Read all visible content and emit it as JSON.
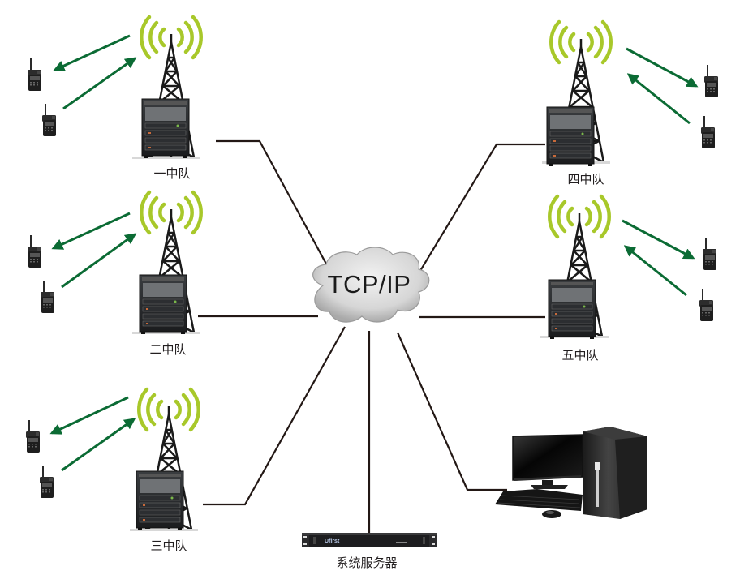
{
  "diagram": {
    "network": {
      "label": "TCP/IP",
      "icon": "cloud-icon"
    },
    "stations": [
      {
        "id": "station-1",
        "label": "一中队",
        "side": "left",
        "icons": [
          "signal-waves-icon",
          "radio-tower-icon",
          "server-rack-icon",
          "walkie-talkie-icon",
          "walkie-talkie-icon"
        ]
      },
      {
        "id": "station-2",
        "label": "二中队",
        "side": "left",
        "icons": [
          "signal-waves-icon",
          "radio-tower-icon",
          "server-rack-icon",
          "walkie-talkie-icon",
          "walkie-talkie-icon"
        ]
      },
      {
        "id": "station-3",
        "label": "三中队",
        "side": "left",
        "icons": [
          "signal-waves-icon",
          "radio-tower-icon",
          "server-rack-icon",
          "walkie-talkie-icon",
          "walkie-talkie-icon"
        ]
      },
      {
        "id": "station-4",
        "label": "四中队",
        "side": "right",
        "icons": [
          "signal-waves-icon",
          "radio-tower-icon",
          "server-rack-icon",
          "walkie-talkie-icon",
          "walkie-talkie-icon"
        ]
      },
      {
        "id": "station-5",
        "label": "五中队",
        "side": "right",
        "icons": [
          "signal-waves-icon",
          "radio-tower-icon",
          "server-rack-icon",
          "walkie-talkie-icon",
          "walkie-talkie-icon"
        ]
      }
    ],
    "server": {
      "label": "系统服务器",
      "brand_text": "Ufirst",
      "icon": "rack-server-icon"
    },
    "workstation": {
      "icon": "desktop-computer-icon"
    },
    "colors": {
      "link_line": "#231815",
      "arrow": "#0b6b34",
      "signal": "#a8c82a",
      "cloud_fill": "#d4d4d4",
      "cloud_edge": "#9a9a9a",
      "text": "#231f20"
    }
  }
}
